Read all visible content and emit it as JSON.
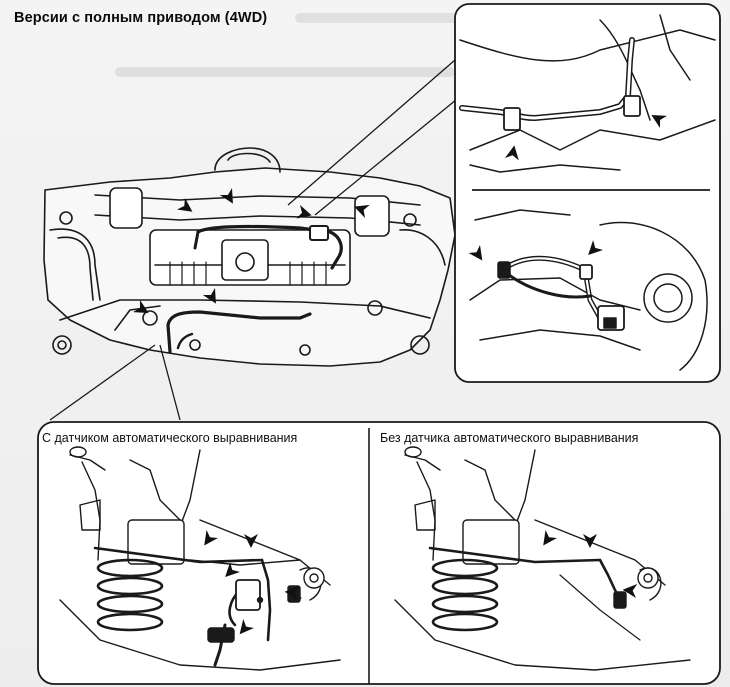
{
  "title": "Версии с полным приводом (4WD)",
  "panels": {
    "left_caption": "С датчиком автоматического выравнивания",
    "right_caption": "Без датчика автоматического выравнивания"
  },
  "icons": [
    "arrow-icon"
  ],
  "colors": {
    "line": "#1a1a1a",
    "paper": "#f4f4f4",
    "panel_fill": "#ffffff"
  }
}
